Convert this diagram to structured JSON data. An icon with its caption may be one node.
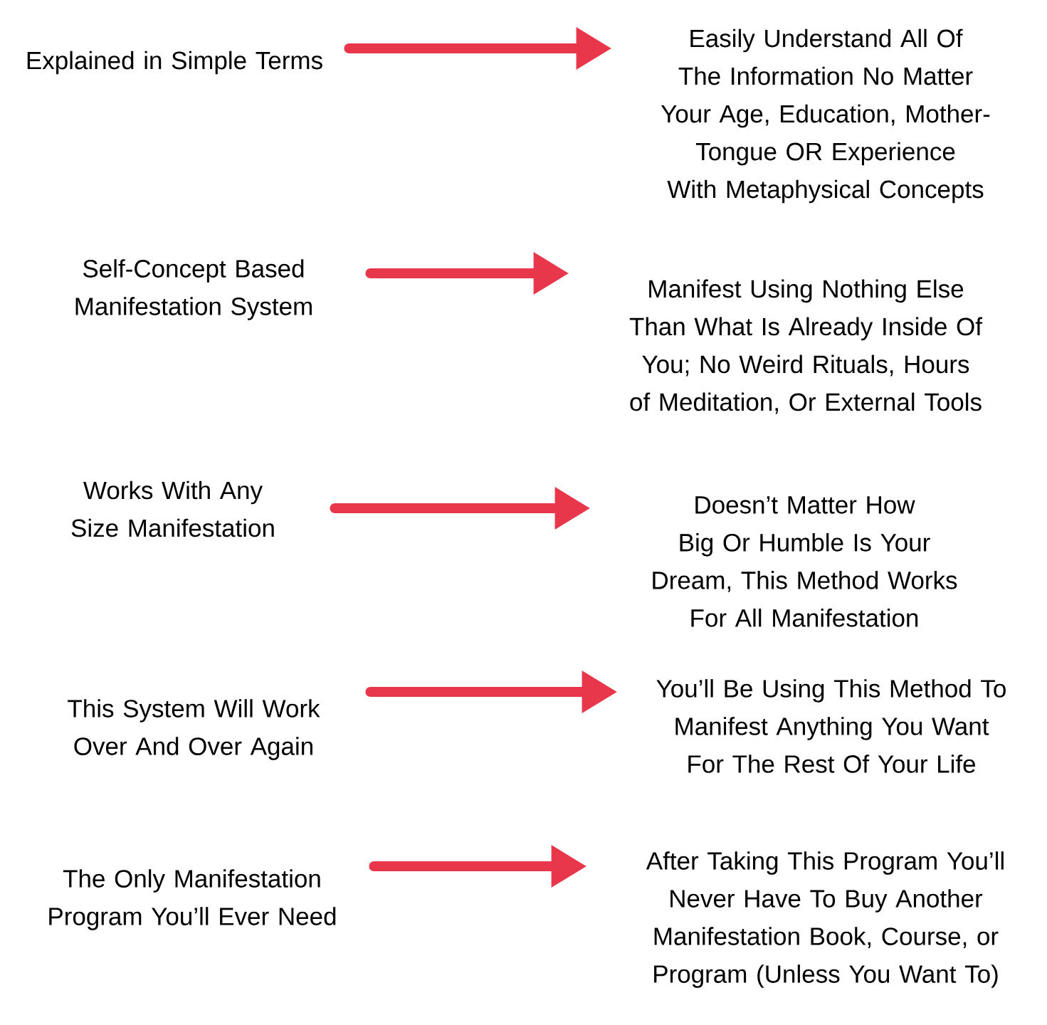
{
  "diagram": {
    "nodes": [
      {
        "text": [
          "Explained in Simple Terms"
        ]
      },
      {
        "text": [
          "Self-Concept Based Manifestation System"
        ]
      },
      {
        "text": [
          "Works With Any Size Manifestation"
        ]
      },
      {
        "text": [
          "This System Will Work Over And Over Again"
        ]
      },
      {
        "text": [
          "The Only Manifestation Program You’ll Ever Need"
        ]
      },
      {
        "text": [
          "Easily Understand All Of The Information No Matter Your Age, Education, Mother-Tongue OR Experience With Metaphysical Concepts"
        ]
      },
      {
        "text": [
          "Manifest Using Nothing Else Than What Is Already Inside Of You; No Weird Rituals, Hours of Meditation, Or External Tools"
        ]
      },
      {
        "text": [
          "Doesn’t Matter How Big Or Humble Is Your Dream, This Method Works For All Manifestation"
        ]
      },
      {
        "text": [
          "You’ll Be Using This Method To Manifest Anything You Want For The Rest Of Your Life"
        ]
      },
      {
        "text": [
          "After Taking This Program You’ll Never Have To Buy Another Manifestation Book, Course, or Program (Unless You Want To)"
        ]
      }
    ],
    "edges": [
      {
        "from": 0,
        "to": 5,
        "arrow": "to",
        "color": "#e8374a"
      },
      {
        "from": 1,
        "to": 6,
        "arrow": "to",
        "color": "#e8374a"
      },
      {
        "from": 2,
        "to": 7,
        "arrow": "to",
        "color": "#e8374a"
      },
      {
        "from": 3,
        "to": 8,
        "arrow": "to",
        "color": "#e8374a"
      },
      {
        "from": 4,
        "to": 9,
        "arrow": "to",
        "color": "#e8374a"
      }
    ]
  }
}
